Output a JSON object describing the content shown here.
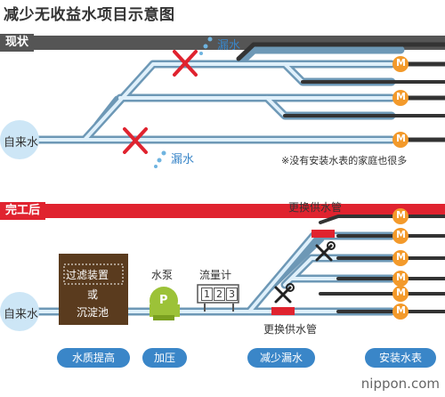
{
  "title": "减少无收益水项目示意图",
  "colors": {
    "pipe": "#6d98b6",
    "pipe_inner": "#dff0fb",
    "dark_pipe": "#333333",
    "meter": "#f39a2b",
    "red": "#e0232f",
    "blue": "#3a86c8",
    "brown": "#5a3b1e",
    "green": "#9cc238",
    "gray": "#555555"
  },
  "current": {
    "tag": "现状",
    "source": "自来水",
    "leak_label_top": "漏水",
    "leak_label_bottom": "漏水",
    "note": "※没有安装水表的家庭也很多",
    "meter_letter": "M"
  },
  "after": {
    "tag": "完工后",
    "source": "自来水",
    "treatment_line1": "过滤装置",
    "treatment_line2": "或",
    "treatment_line3": "沉淀池",
    "pump_label": "水泵",
    "pump_letter": "P",
    "flowmeter_label": "流量计",
    "flowmeter_digits": [
      "1",
      "2",
      "3"
    ],
    "replace_top": "更换供水管",
    "replace_bottom": "更换供水管",
    "meter_letter": "M",
    "steps": [
      "水质提高",
      "加压",
      "减少漏水",
      "安装水表"
    ]
  },
  "footer": "nippon.com"
}
